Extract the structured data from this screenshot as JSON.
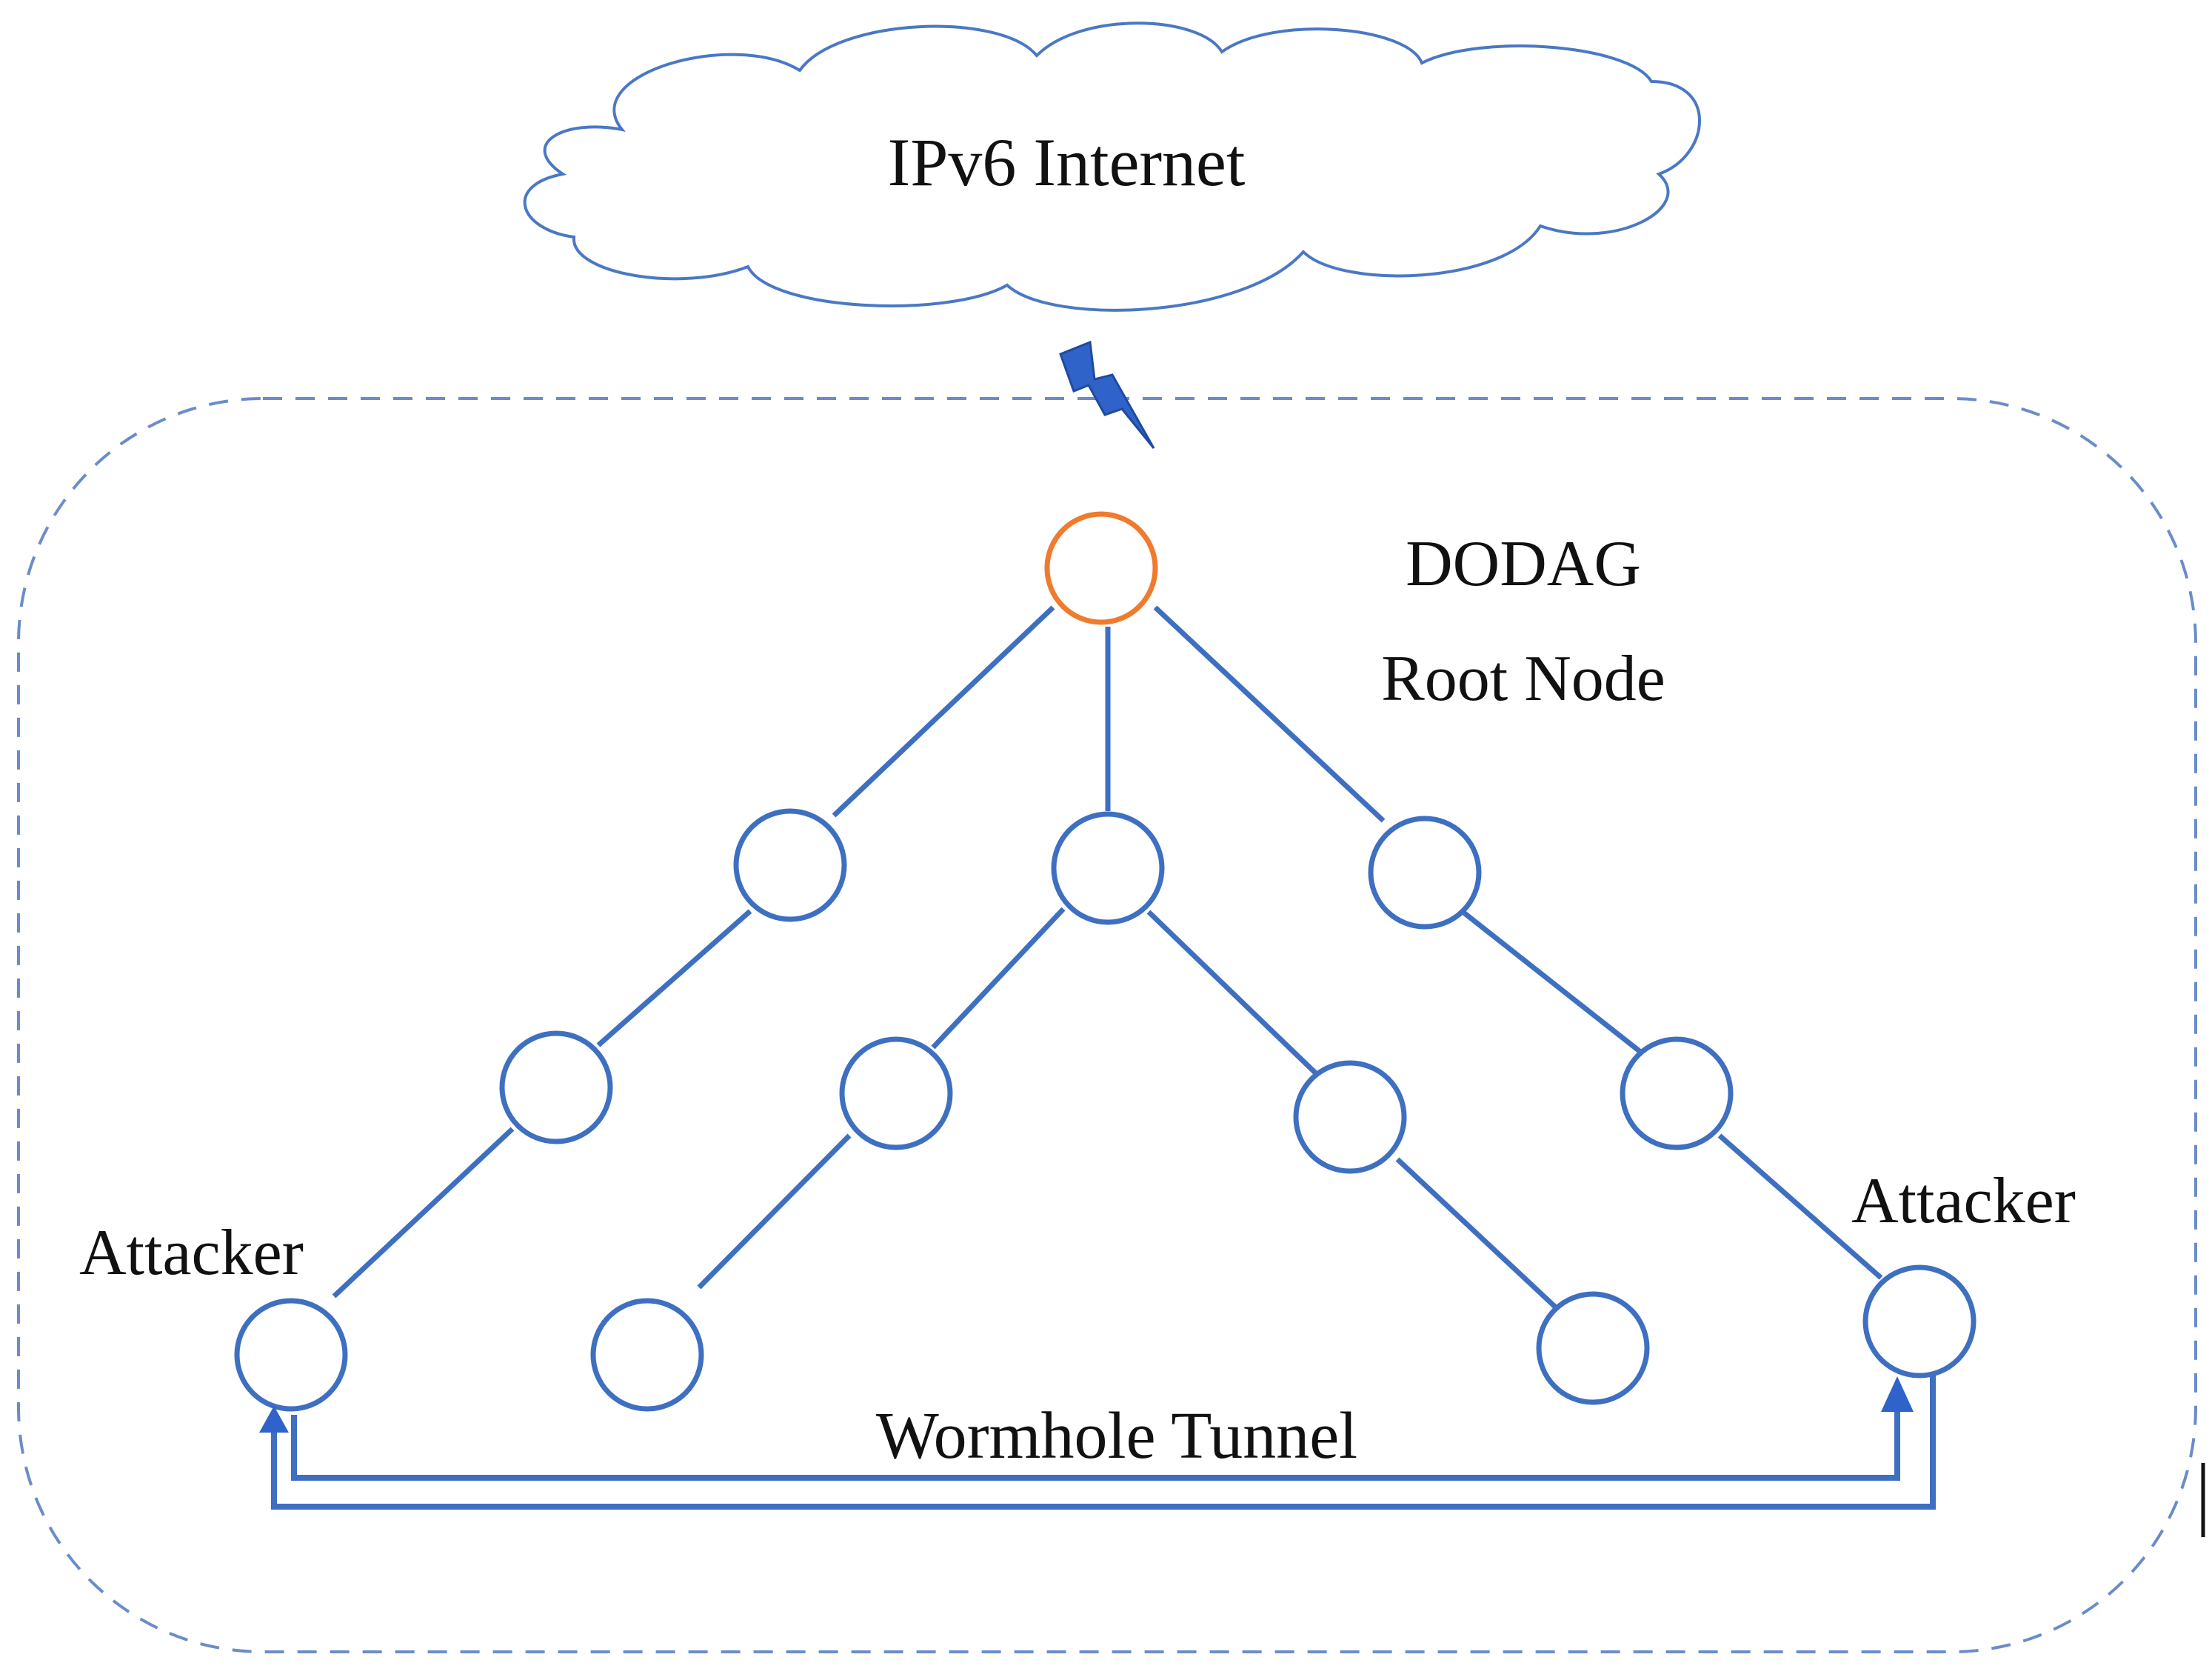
{
  "colors": {
    "blue": "#3E6FC0",
    "cloud": "#4A78C4",
    "dash": "#6B8CC9",
    "root": "#F07A2E",
    "lightning": "#2F63C9",
    "text": "#111111"
  },
  "cloud": {
    "label": "IPv6 Internet"
  },
  "dodag_label": {
    "line1": "DODAG",
    "line2": "Root Node"
  },
  "attacker_left": {
    "label": "Attacker"
  },
  "attacker_right": {
    "label": "Attacker"
  },
  "tunnel": {
    "label": "Wormhole Tunnel"
  },
  "link_icon": "lightning-icon"
}
